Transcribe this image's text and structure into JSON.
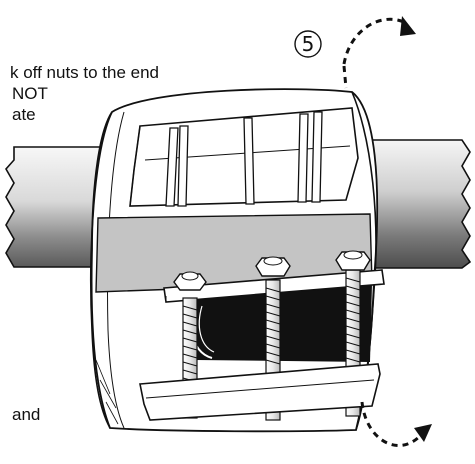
{
  "step": {
    "number_label": "5"
  },
  "instructions": {
    "line1": "k off nuts to the end",
    "line2": "NOT",
    "line3": "ate",
    "line4": "and"
  },
  "colors": {
    "pipe_light": "#f3f3f3",
    "pipe_dark": "#555555",
    "band_gray": "#c4c4c4",
    "rubber_black": "#111111",
    "outline": "#111111"
  },
  "icons": {
    "rotate_arrow_top": "curved-dashed-arrow-icon",
    "rotate_arrow_bottom": "curved-dashed-arrow-icon"
  }
}
